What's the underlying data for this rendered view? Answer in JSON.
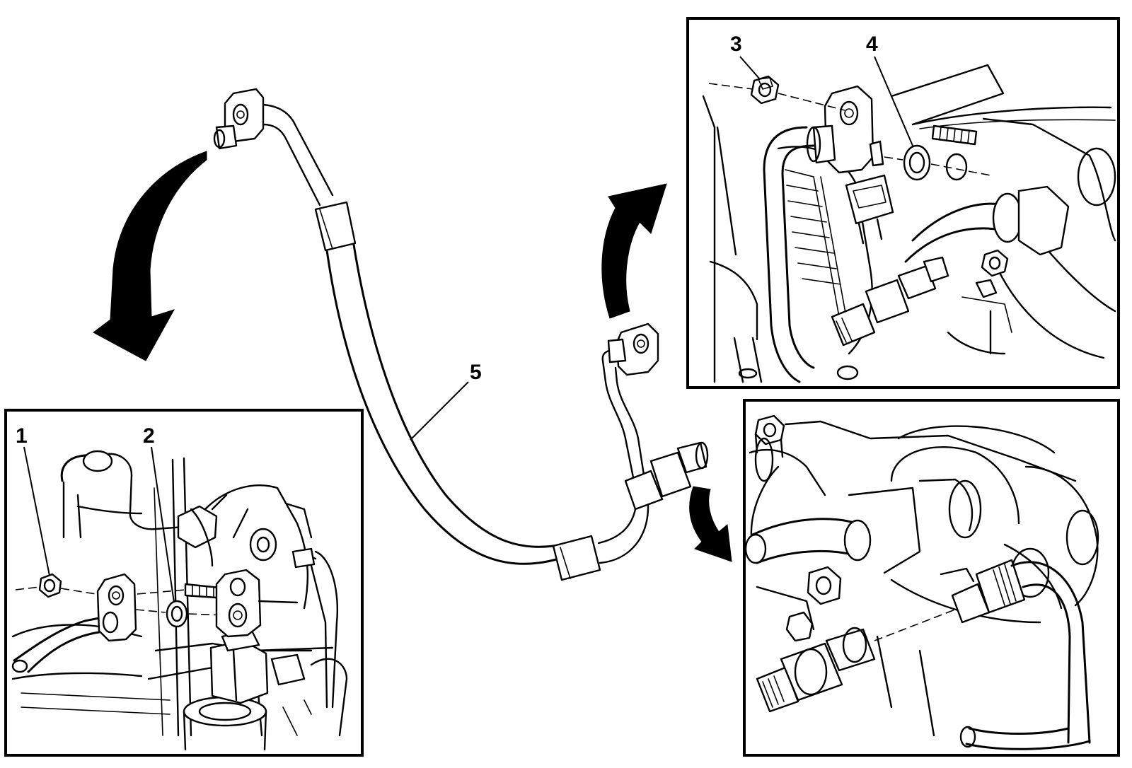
{
  "figure": {
    "callouts": [
      {
        "id": "1",
        "label": "1"
      },
      {
        "id": "2",
        "label": "2"
      },
      {
        "id": "3",
        "label": "3"
      },
      {
        "id": "4",
        "label": "4"
      },
      {
        "id": "5",
        "label": "5"
      }
    ],
    "insets": [
      "upper-right-inset",
      "lower-left-inset",
      "lower-right-inset"
    ],
    "arrows": [
      "curved-arrow-left",
      "curved-arrow-upper-right",
      "curved-arrow-lower-right"
    ]
  }
}
